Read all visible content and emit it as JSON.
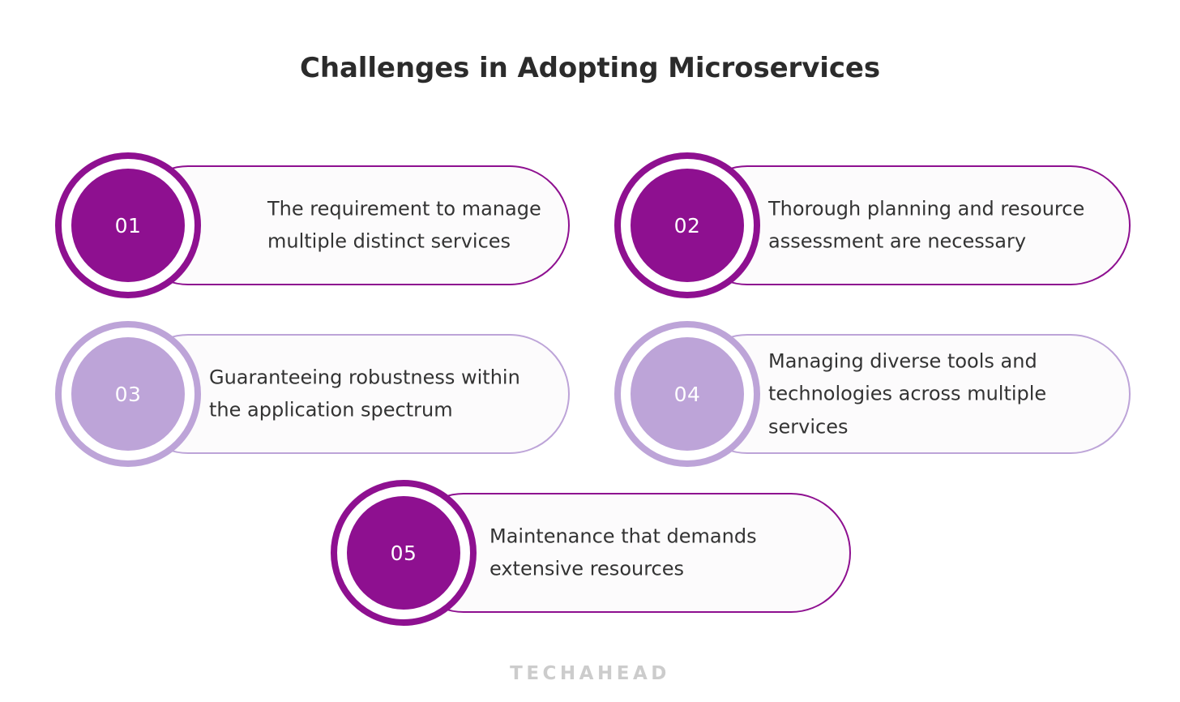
{
  "title": "Challenges in Adopting Microservices",
  "watermark": "TECHAHEAD",
  "colors": {
    "background": "#ffffff",
    "accent_dark": "#8E1090",
    "accent_light": "#BDA4D8",
    "text": "#333333",
    "title_text": "#2b2b2b",
    "card_fill": "#fcfbfc",
    "watermark_text": "#cccccc"
  },
  "cards": [
    {
      "number": "01",
      "text": "The requirement to manage multiple distinct services",
      "theme": "dark"
    },
    {
      "number": "02",
      "text": "Thorough planning and resource assessment are necessary",
      "theme": "dark"
    },
    {
      "number": "03",
      "text": "Guaranteeing robustness within the application spectrum",
      "theme": "light"
    },
    {
      "number": "04",
      "text": "Managing diverse tools and technologies across multiple services",
      "theme": "light"
    },
    {
      "number": "05",
      "text": "Maintenance that demands extensive resources",
      "theme": "dark"
    }
  ]
}
